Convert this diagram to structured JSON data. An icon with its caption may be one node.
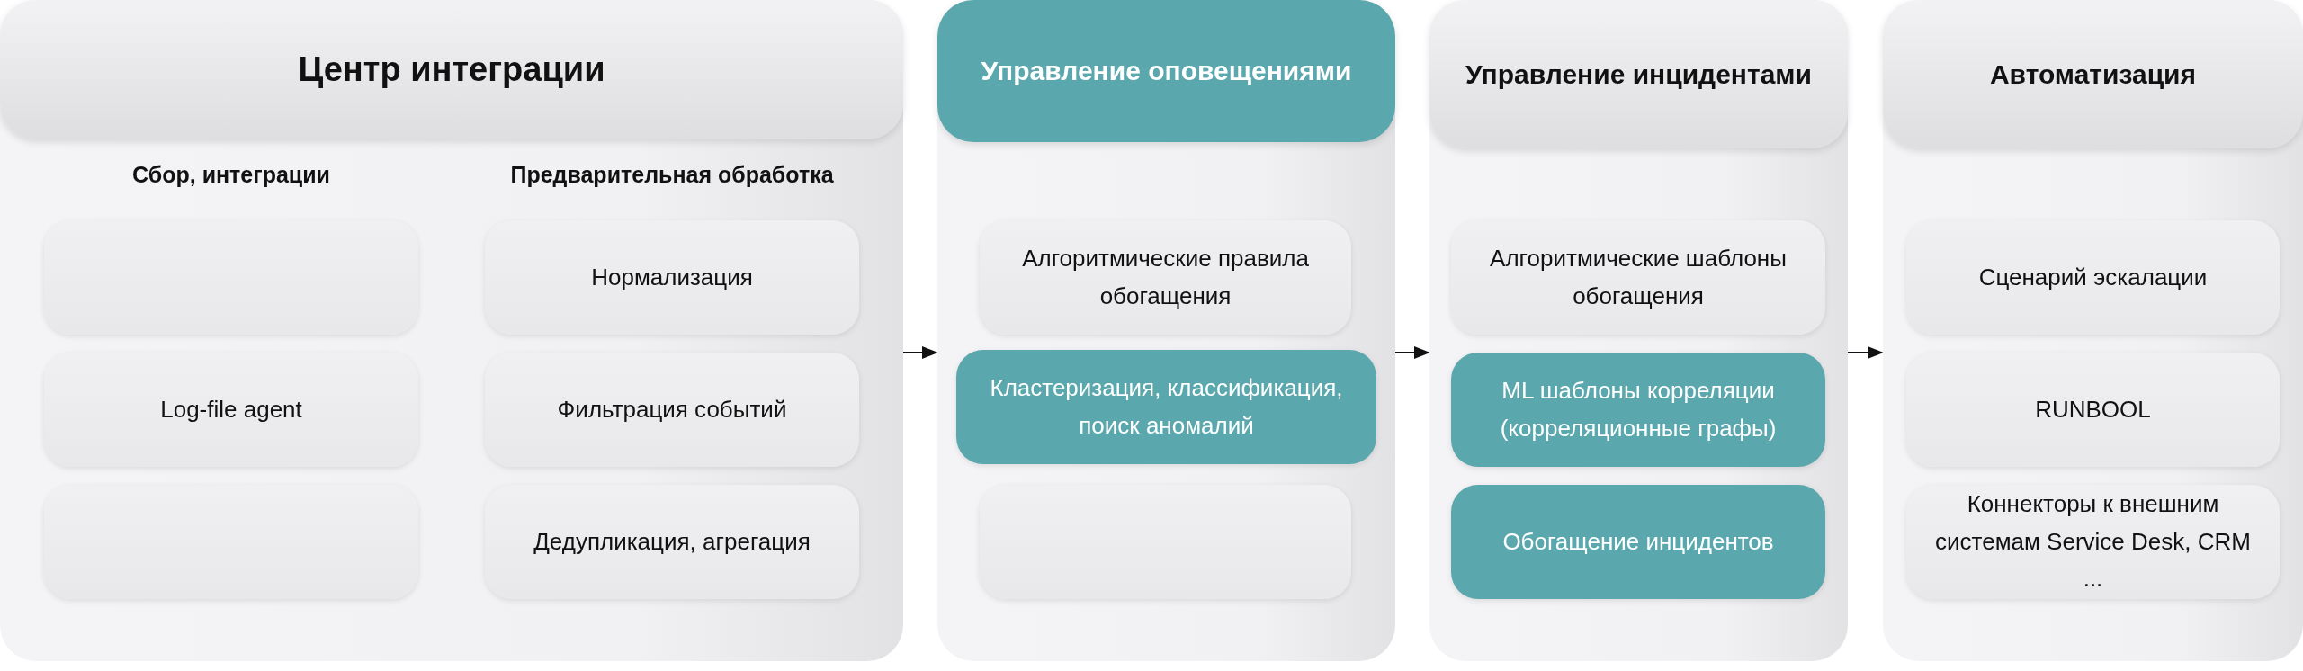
{
  "diagram": {
    "nodes": [
      {
        "text": [
          "Центр интеграции"
        ]
      },
      {
        "text": [],
        "shape": "box",
        "in": 0
      },
      {
        "text": [
          "Log-file agent"
        ],
        "in": 0
      },
      {
        "text": [],
        "shape": "box",
        "in": 0
      },
      {
        "text": [
          "Нормализация"
        ],
        "in": 0
      },
      {
        "text": [
          "Фильтрация событий"
        ],
        "in": 0
      },
      {
        "text": [
          "Дедупликация, агрегация"
        ],
        "in": 0
      },
      {
        "text": [
          "Управление оповещениями"
        ]
      },
      {
        "text": [
          "Алгоритмические правила обогащения"
        ],
        "in": 7
      },
      {
        "text": [
          "Кластеризация, классификация, поиск аномалий"
        ],
        "in": 7
      },
      {
        "text": [],
        "shape": "box",
        "in": 7
      },
      {
        "text": [
          "Управление инцидентами"
        ]
      },
      {
        "text": [
          "Алгоритмические шаблоны обогащения"
        ],
        "in": 11
      },
      {
        "text": [
          "ML шаблоны корреляции (корреляционные графы)"
        ],
        "in": 11
      },
      {
        "text": [
          "Обогащение инцидентов"
        ],
        "in": 11
      },
      {
        "text": [
          "Автоматизация"
        ]
      },
      {
        "text": [
          "Сценарий эскалации"
        ],
        "in": 15
      },
      {
        "text": [
          "RUNBOOL"
        ],
        "in": 15
      },
      {
        "text": [
          "Коннекторы к внешним системам Service Desk, CRM ..."
        ],
        "in": 15
      }
    ],
    "edges": [
      {
        "from": 0,
        "to": 7,
        "arrow": "to"
      },
      {
        "from": 7,
        "to": 11,
        "arrow": "to"
      },
      {
        "from": 11,
        "to": 15,
        "arrow": "to"
      }
    ],
    "labels": [
      "Сбор, интеграции",
      "Предварительная обработка"
    ]
  }
}
